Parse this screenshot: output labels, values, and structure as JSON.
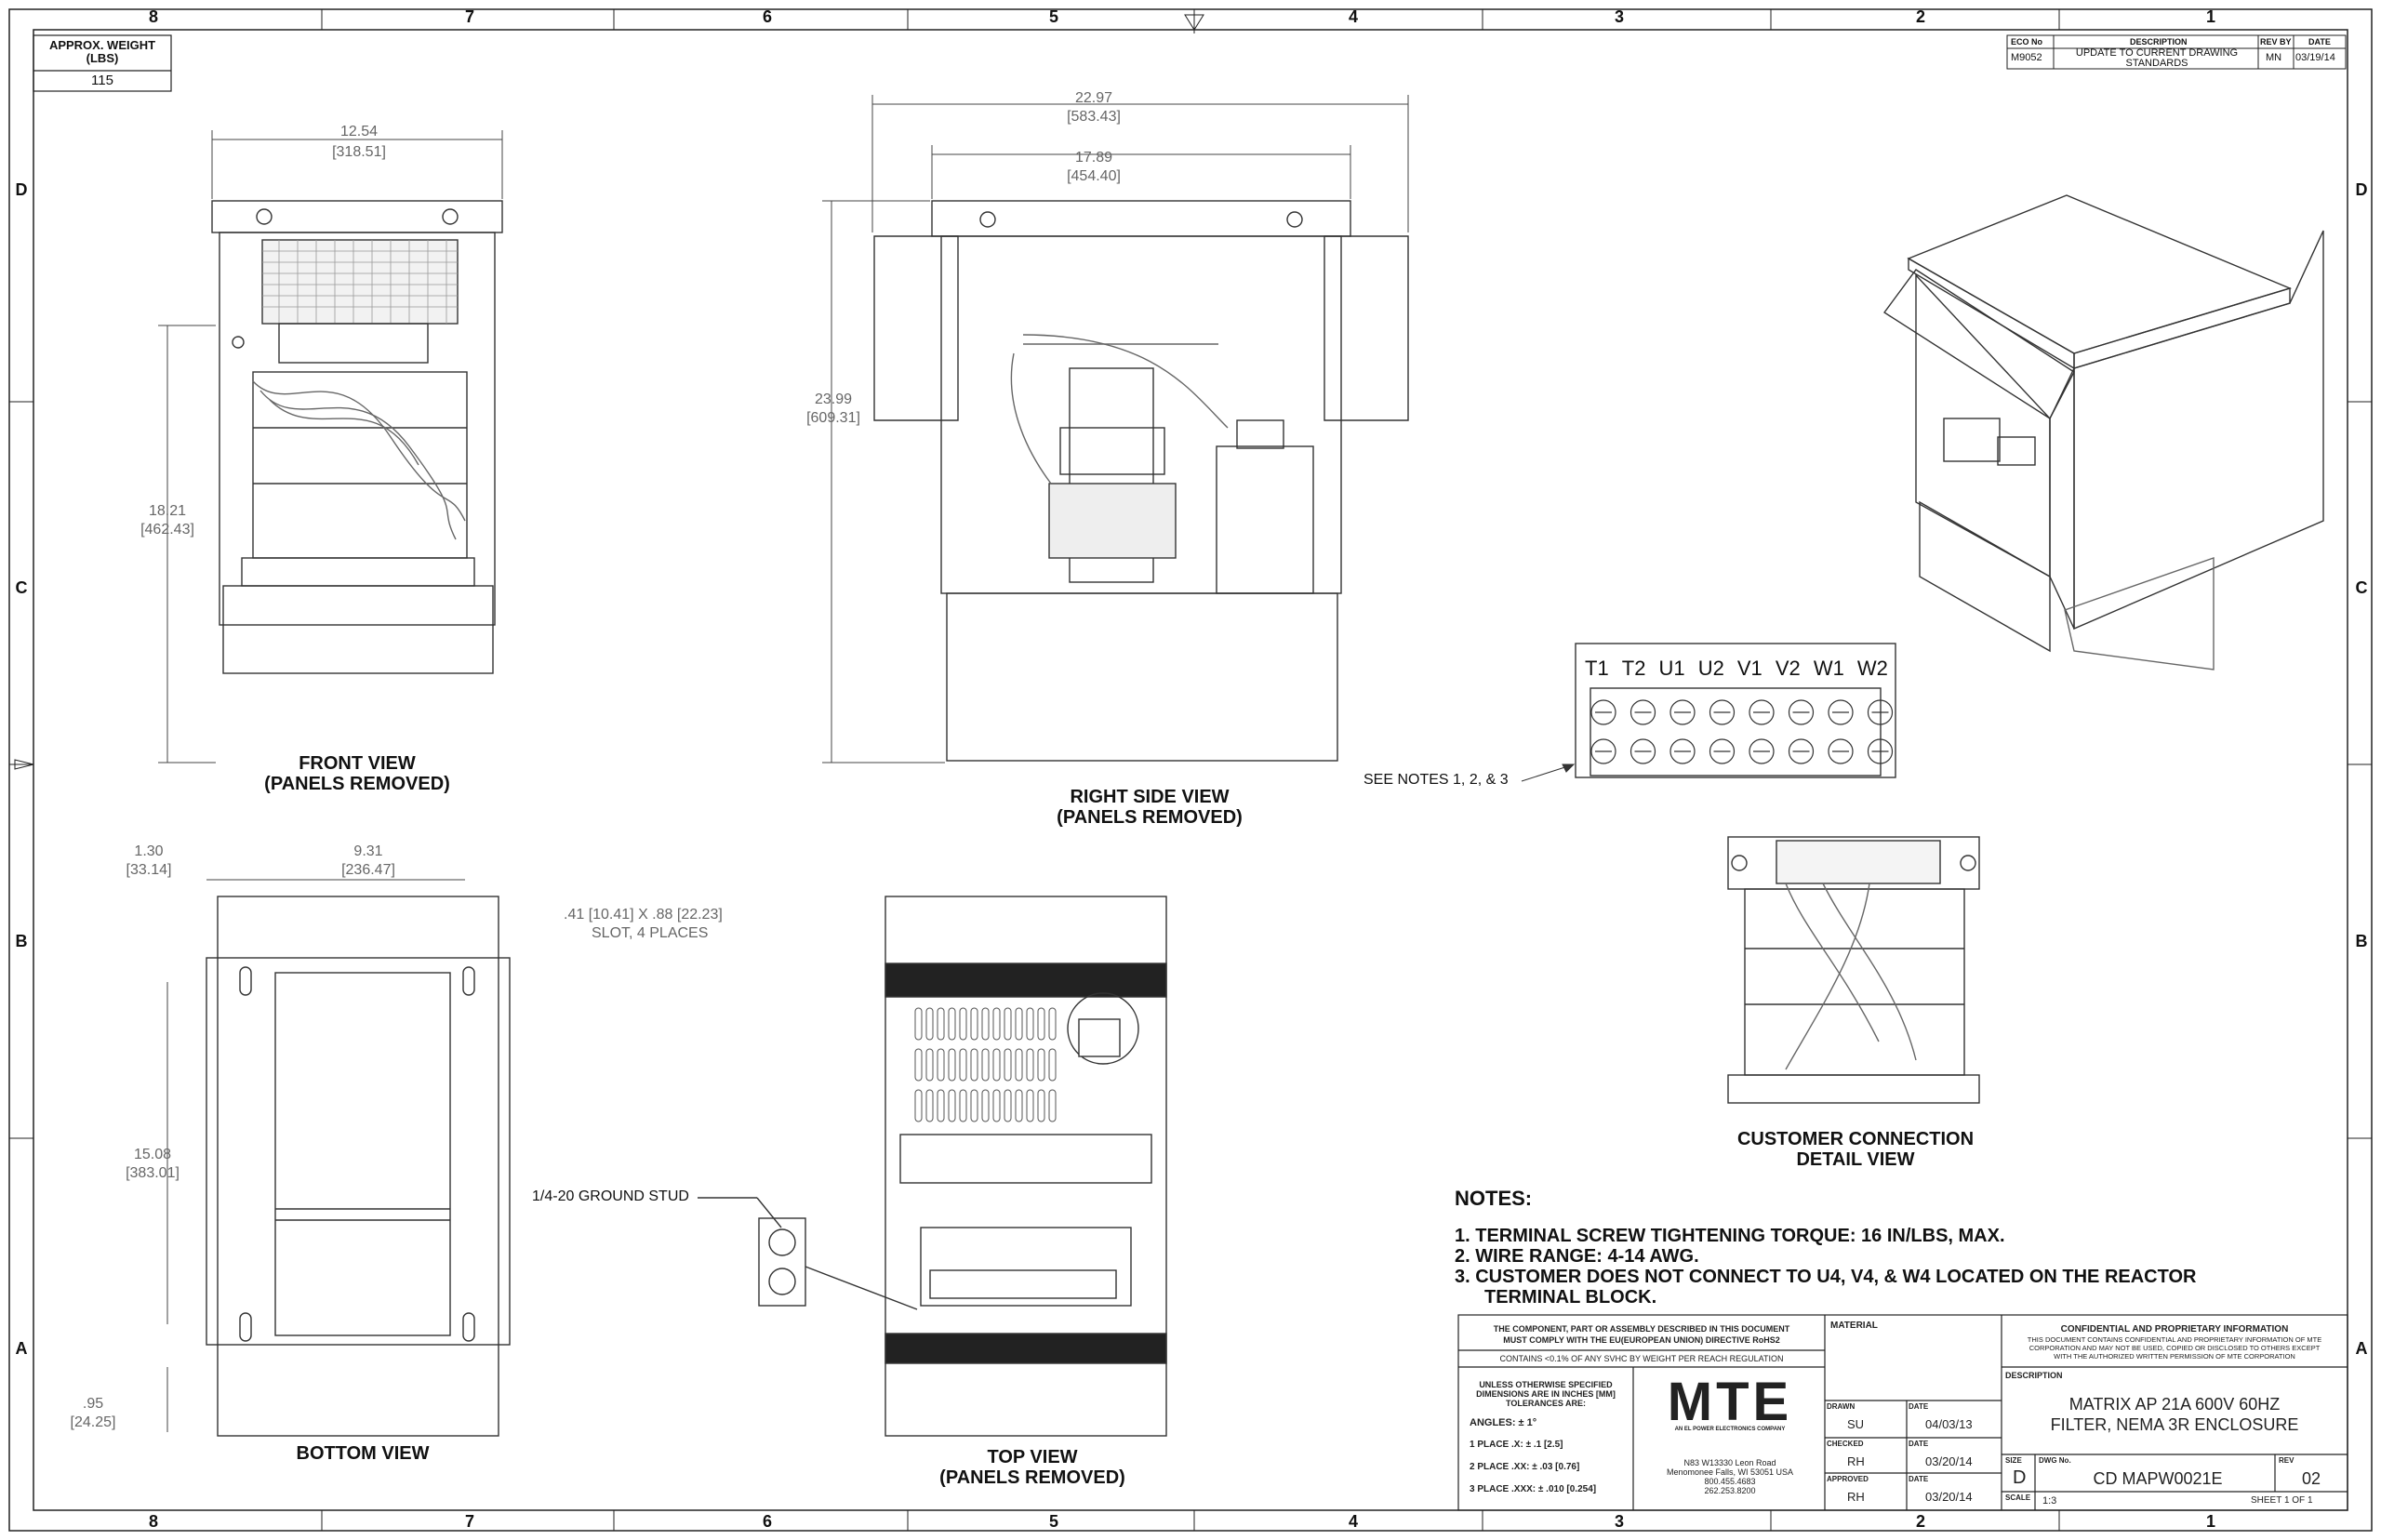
{
  "zones": {
    "columns": [
      "8",
      "7",
      "6",
      "5",
      "4",
      "3",
      "2",
      "1"
    ],
    "rows": [
      "D",
      "C",
      "B",
      "A"
    ]
  },
  "weight": {
    "title": "APPROX. WEIGHT (LBS)",
    "value": "115"
  },
  "revision": {
    "headers": [
      "ECO No",
      "DESCRIPTION",
      "REV BY",
      "DATE"
    ],
    "eco": "M9052",
    "description": "UPDATE TO CURRENT DRAWING STANDARDS",
    "by": "MN",
    "date": "03/19/14"
  },
  "views": {
    "front": {
      "title": "FRONT VIEW",
      "subtitle": "(PANELS REMOVED)"
    },
    "right": {
      "title": "RIGHT SIDE VIEW",
      "subtitle": "(PANELS REMOVED)"
    },
    "bottom": {
      "title": "BOTTOM VIEW"
    },
    "top": {
      "title": "TOP VIEW",
      "subtitle": "(PANELS REMOVED)"
    },
    "detail": {
      "title": "CUSTOMER CONNECTION",
      "subtitle": "DETAIL VIEW"
    }
  },
  "dims": {
    "front_width": {
      "in": "12.54",
      "mm": "[318.51]"
    },
    "front_height": {
      "in": "18.21",
      "mm": "[462.43]"
    },
    "side_width_outer": {
      "in": "22.97",
      "mm": "[583.43]"
    },
    "side_width_inner": {
      "in": "17.89",
      "mm": "[454.40]"
    },
    "side_height": {
      "in": "23.99",
      "mm": "[609.31]"
    },
    "bottom_offset": {
      "in": "1.30",
      "mm": "[33.14]"
    },
    "bottom_slot_span": {
      "in": "9.31",
      "mm": "[236.47]"
    },
    "bottom_slot_height": {
      "in": "15.08",
      "mm": "[383.01]"
    },
    "bottom_foot": {
      "in": ".95",
      "mm": "[24.25]"
    },
    "slot_note": ".41 [10.41] X .88 [22.23]",
    "slot_note2": "SLOT, 4 PLACES"
  },
  "callouts": {
    "ground_stud": "1/4-20 GROUND STUD",
    "see_notes": "SEE NOTES 1, 2, & 3"
  },
  "terminals": [
    "T1",
    "T2",
    "U1",
    "U2",
    "V1",
    "V2",
    "W1",
    "W2"
  ],
  "notes": {
    "heading": "NOTES:",
    "items": [
      "1.  TERMINAL SCREW TIGHTENING TORQUE: 16 IN/LBS, MAX.",
      "2.  WIRE RANGE: 4-14 AWG.",
      "3.  CUSTOMER DOES NOT CONNECT TO U4, V4, & W4 LOCATED ON THE REACTOR",
      "TERMINAL BLOCK."
    ]
  },
  "title_block": {
    "rohs1": "THE COMPONENT, PART OR ASSEMBLY DESCRIBED IN THIS DOCUMENT",
    "rohs2": "MUST COMPLY WITH THE EU(EUROPEAN UNION) DIRECTIVE RoHS2",
    "reach": "CONTAINS <0.1% OF ANY SVHC BY WEIGHT PER REACH REGULATION",
    "material": "MATERIAL",
    "tol_title1": "UNLESS OTHERWISE SPECIFIED",
    "tol_title2": "DIMENSIONS ARE IN INCHES [MM]",
    "tol_title3": "TOLERANCES ARE:",
    "angles": "ANGLES: ± 1°",
    "place1": "1 PLACE .X: ± .1 [2.5]",
    "place2": "2 PLACE .XX: ± .03 [0.76]",
    "place3": "3 PLACE .XXX: ± .010 [0.254]",
    "logo": "MTE",
    "logo_sub": "AN EL POWER ELECTRONICS COMPANY",
    "address1": "N83 W13330 Leon Road",
    "address2": "Menomonee Falls, WI 53051 USA",
    "phone1": "800.455.4683",
    "phone2": "262.253.8200",
    "drawn_label": "DRAWN",
    "drawn_by": "SU",
    "drawn_date": "04/03/13",
    "checked_label": "CHECKED",
    "checked_by": "RH",
    "checked_date": "03/20/14",
    "approved_label": "APPROVED",
    "approved_by": "RH",
    "approved_date": "03/20/14",
    "date_label": "DATE",
    "conf_title": "CONFIDENTIAL AND PROPRIETARY INFORMATION",
    "conf1": "THIS DOCUMENT CONTAINS CONFIDENTIAL AND PROPRIETARY INFORMATION OF MTE",
    "conf2": "CORPORATION AND MAY NOT BE USED, COPIED OR DISCLOSED TO OTHERS EXCEPT",
    "conf3": "WITH THE AUTHORIZED WRITTEN PERMISSION OF MTE CORPORATION",
    "desc_label": "DESCRIPTION",
    "desc1": "MATRIX AP 21A 600V 60HZ",
    "desc2": "FILTER, NEMA 3R ENCLOSURE",
    "size_label": "SIZE",
    "size": "D",
    "dwg_label": "DWG No.",
    "dwg": "CD MAPW0021E",
    "rev_label": "REV",
    "rev": "02",
    "scale_label": "SCALE",
    "scale": "1:3",
    "sheet": "SHEET 1  OF 1"
  }
}
